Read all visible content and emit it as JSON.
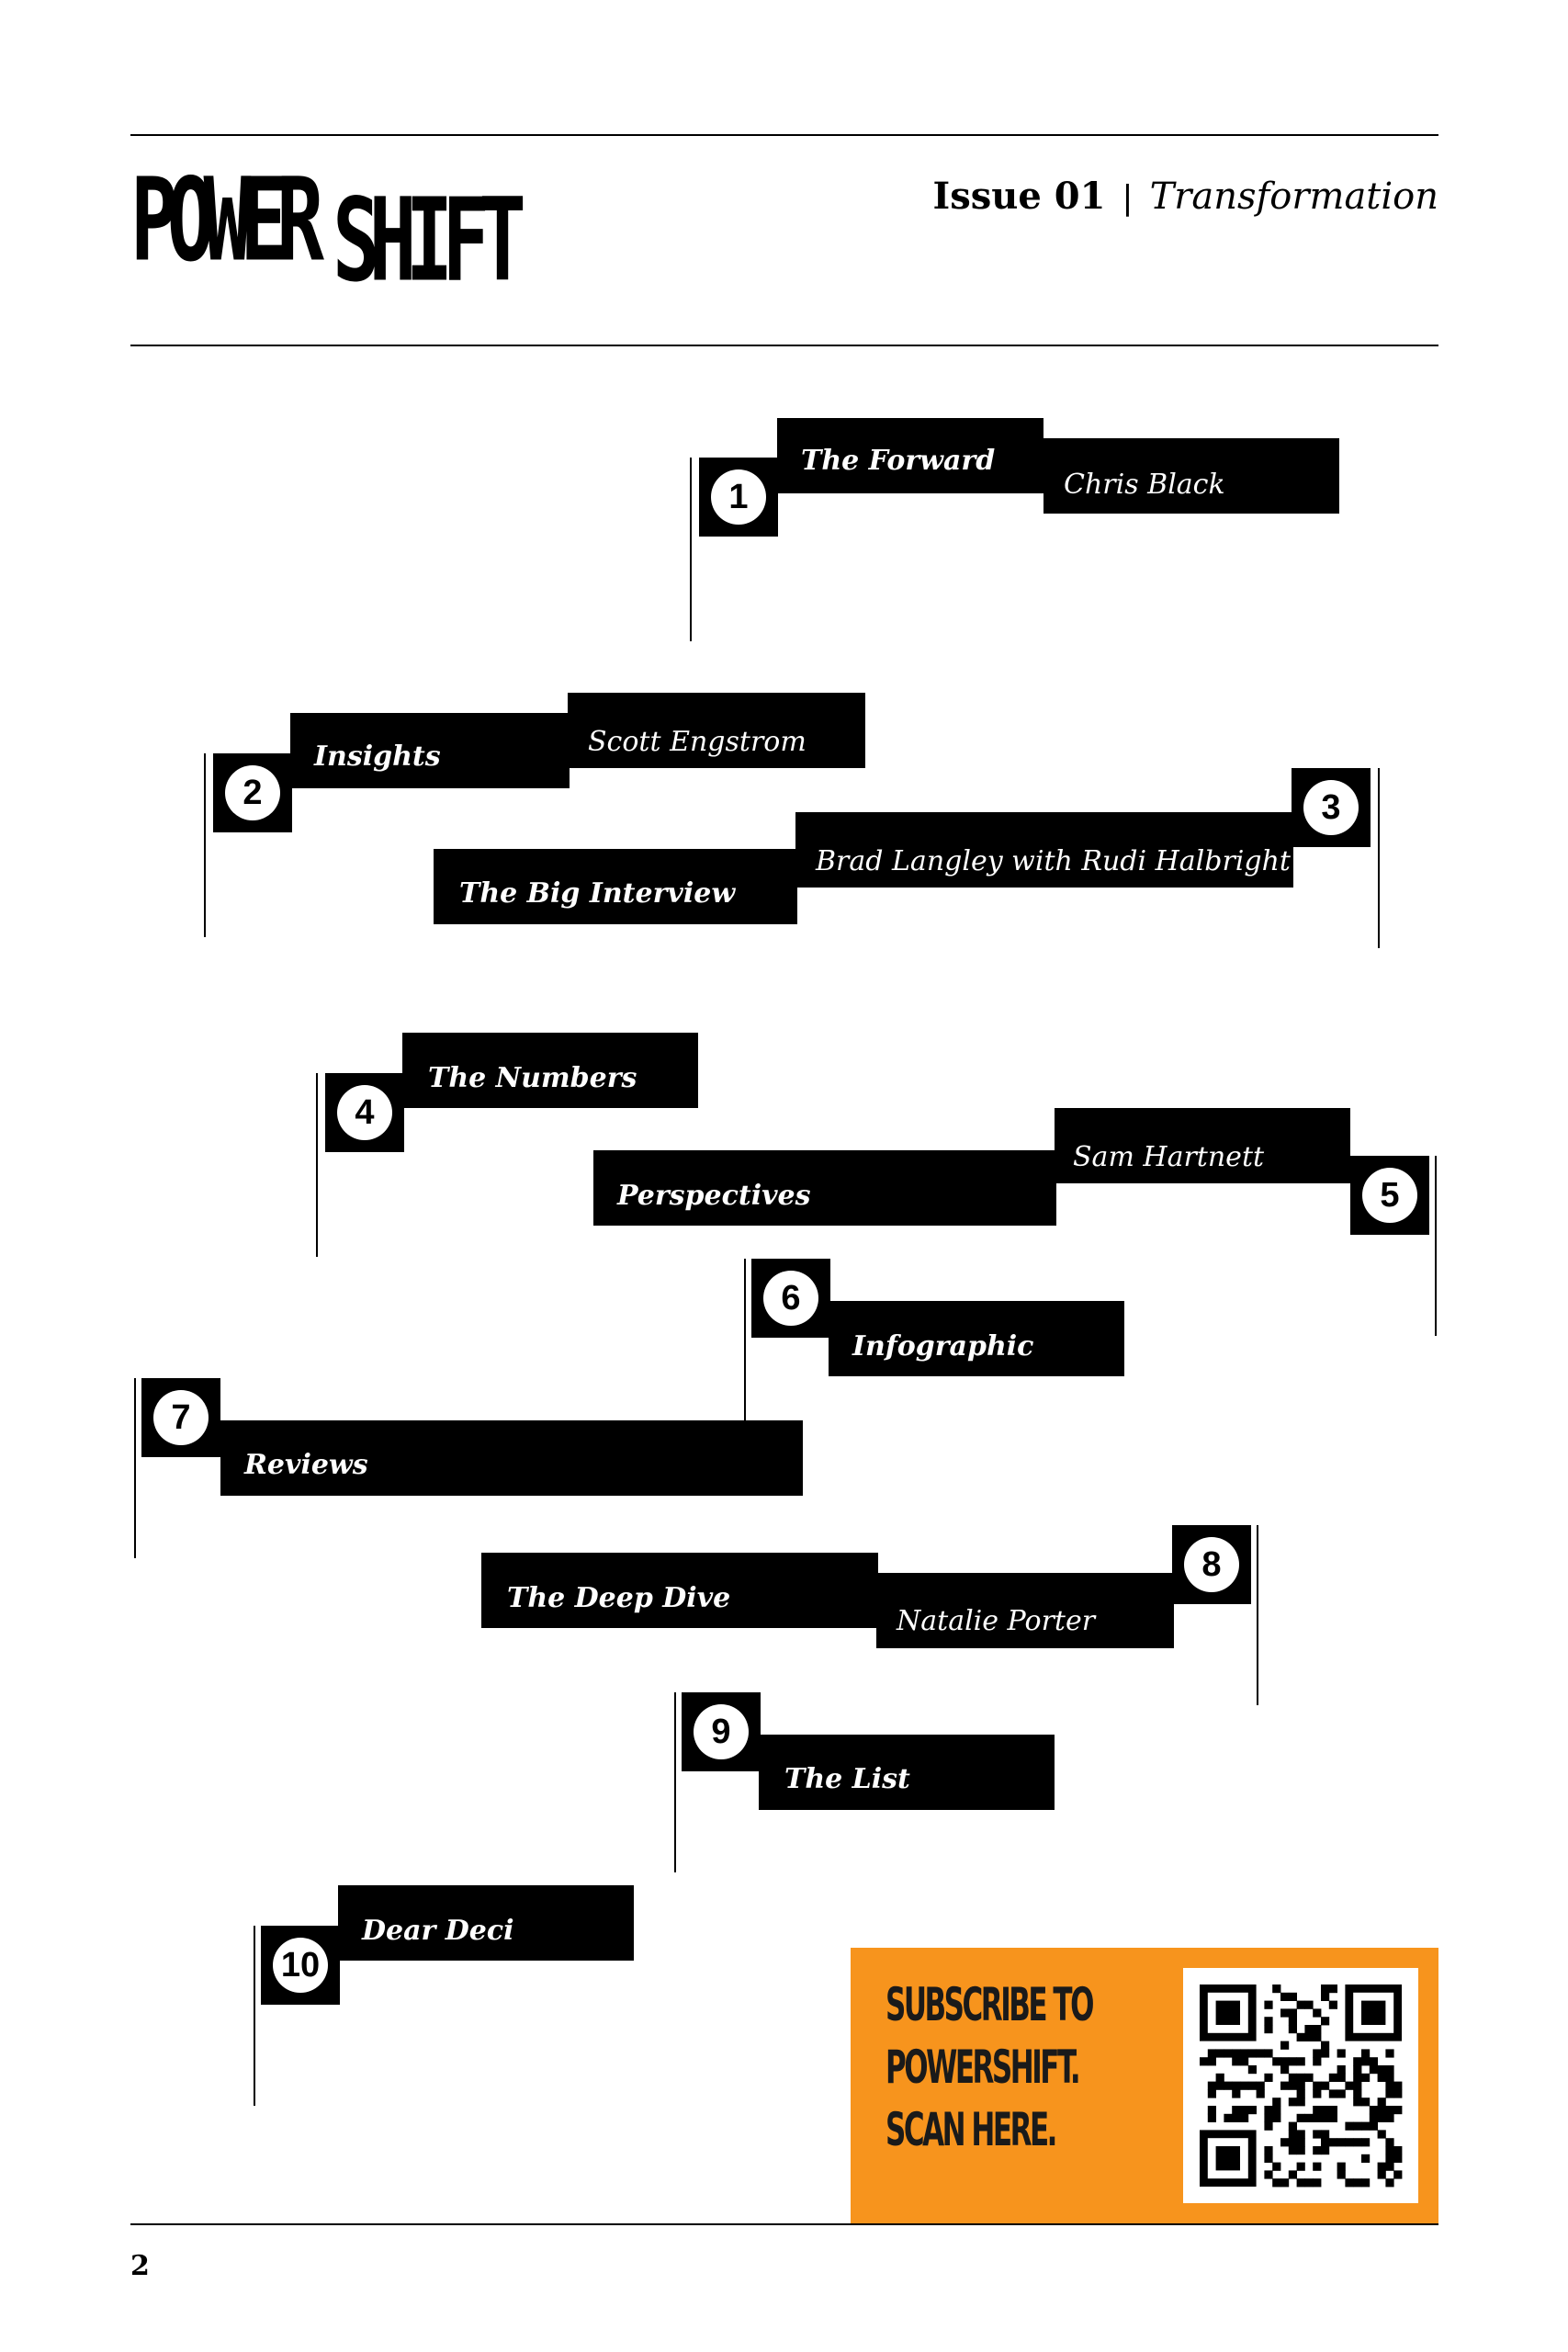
{
  "header": {
    "logo_word1": "POWER",
    "logo_word2": "SHIFT",
    "issue_label": "Issue 01",
    "separator": "|",
    "theme": "Transformation"
  },
  "contents": [
    {
      "number": "1",
      "title": "The Forward",
      "author": "Chris Black"
    },
    {
      "number": "2",
      "title": "Insights",
      "author": "Scott Engstrom"
    },
    {
      "number": "3",
      "title": "The Big Interview",
      "author": "Brad Langley with Rudi Halbright"
    },
    {
      "number": "4",
      "title": "The Numbers",
      "author": ""
    },
    {
      "number": "5",
      "title": "Perspectives",
      "author": "Sam Hartnett"
    },
    {
      "number": "6",
      "title": "Infographic",
      "author": ""
    },
    {
      "number": "7",
      "title": "Reviews",
      "author": ""
    },
    {
      "number": "8",
      "title": "The Deep Dive",
      "author": "Natalie Porter"
    },
    {
      "number": "9",
      "title": "The List",
      "author": ""
    },
    {
      "number": "10",
      "title": "Dear Deci",
      "author": ""
    }
  ],
  "subscribe": {
    "line1": "SUBSCRIBE TO",
    "line2": "POWERSHIFT.",
    "line3": "SCAN HERE.",
    "qr_icon": "qr-code-icon",
    "accent_color": "#f7941d"
  },
  "footer": {
    "page_number": "2"
  }
}
